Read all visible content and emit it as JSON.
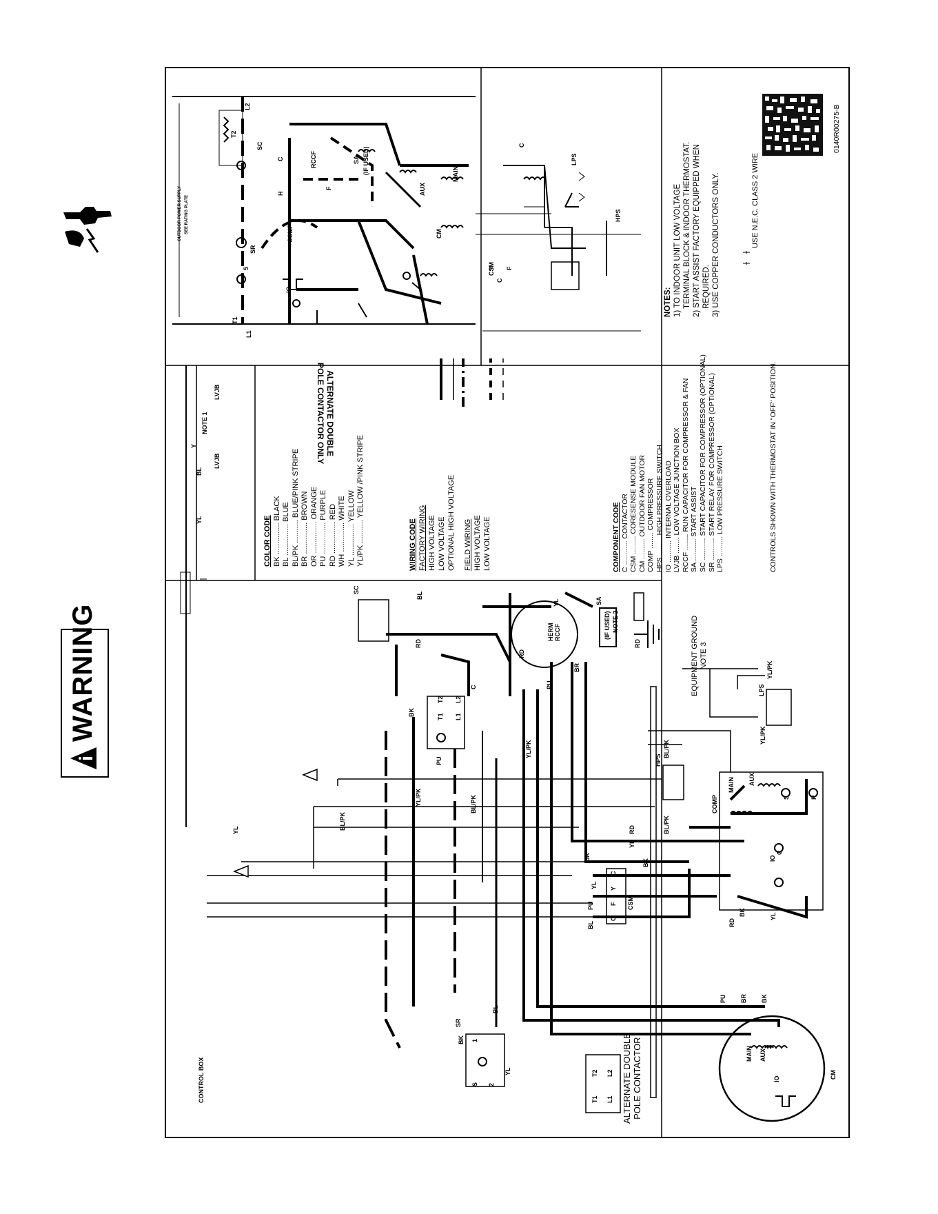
{
  "warning": {
    "label": "WARNING"
  },
  "diagram_id": "0140R00275-B",
  "notes": {
    "title": "NOTES:",
    "items": [
      "1) TO INDOOR UNIT LOW VOLTAGE",
      "TERMINAL BLOCK & INDOOR THERMOSTAT.",
      "2) START ASSIST FACTORY EQUIPPED WHEN",
      "REQUIRED.",
      "3) USE COPPER CONDUCTORS ONLY."
    ],
    "class2": "USE N.E.C. CLASS 2 WIRE"
  },
  "color_code": {
    "title": "COLOR CODE",
    "entries": [
      "BK ............... BLACK",
      "BL ............... BLUE",
      "BL/PK ........... BLUE/PINK STRIPE",
      "BR ............... BROWN",
      "OR ............... ORANGE",
      "PU ............... PURPLE",
      "RD ............... RED",
      "WH .............. WHITE",
      "YL ............... YELLOW",
      "YL/PK ........... YELLOW /PINK STRIPE"
    ]
  },
  "wiring_code": {
    "title": "WIRING CODE",
    "factory": "FACTORY WIRING",
    "factory_items": [
      "HIGH VOLTAGE",
      "LOW VOLTAGE",
      "OPTIONAL HIGH VOLTAGE"
    ],
    "field": "FIELD WIRING",
    "field_items": [
      "HIGH VOLTAGE",
      "LOW VOLTAGE"
    ]
  },
  "component_code": {
    "title": "COMPONENT CODE",
    "entries": [
      "C ............ CONTACTOR",
      "CSM ......... CORESENSE MODULE",
      "CM .......... OUTDOOR FAN MOTOR",
      "COMP ........ COMPRESSOR",
      "HPS ......... HIGH PRESSURE SWITCH",
      "IO ........... INTERNAL OVERLOAD",
      "LVJB ........ LOW VOLTAGE JUNCTION BOX",
      "RCCF ........ RUN CAPACITOR FOR COMPRESSOR & FAN",
      "SA ........... START ASSIST",
      "SC ........... START CAPACITOR FOR COMPRESSOR (OPTIONAL)",
      "SR ........... START RELAY FOR COMPRESSOR (OPTIONAL)",
      "LPS .......... LOW PRESSURE SWITCH"
    ],
    "controls_note": "CONTROLS SHOWN WITH THERMOSTAT IN \"OFF\" POSITION."
  },
  "labels": {
    "control_box": "CONTROL BOX",
    "alt_contactor_1": "ALTERNATE DOUBLE",
    "alt_contactor_2": "POLE CONTACTOR",
    "alt_contactor_only_1": "ALTERNATE DOUBLE",
    "alt_contactor_only_2": "POLE CONTACTOR ONLY",
    "equipment_ground_1": "EQUIPMENT GROUND",
    "equipment_ground_2": "NOTE 3",
    "outdoor_power_1": "OUTDOOR POWER SUPPLY",
    "outdoor_power_2": "SEE RATING PLATE",
    "sa_if_used": "(IF USED)",
    "note2": "NOTE 2",
    "lvjb": "LVJB",
    "note1": "NOTE 1",
    "comp": "COMP",
    "cm": "CM",
    "csm": "CSM",
    "sc": "SC",
    "sr": "SR",
    "hps": "HPS",
    "lps": "LPS",
    "rccf": "RCCF",
    "sa": "SA",
    "c": "C"
  },
  "wire_labels": {
    "yl": "YL",
    "bl": "BL",
    "bk": "BK",
    "rd": "RD",
    "pu": "PU",
    "br": "BR",
    "blpk": "BL/PK",
    "ylpk": "YL/PK",
    "y": "Y"
  },
  "terminals": {
    "l1": "L1",
    "l2": "L2",
    "t1": "T1",
    "t2": "T2",
    "c": "C",
    "f": "F",
    "y": "Y",
    "h": "H",
    "s": "S",
    "r": "R",
    "main": "MAIN",
    "aux": "AUX",
    "io": "IO",
    "herm": "HERM",
    "num1": "1",
    "num2": "2",
    "num5": "5"
  },
  "colors": {
    "ink": "#000000",
    "paper": "#ffffff",
    "qr": "#111111"
  }
}
